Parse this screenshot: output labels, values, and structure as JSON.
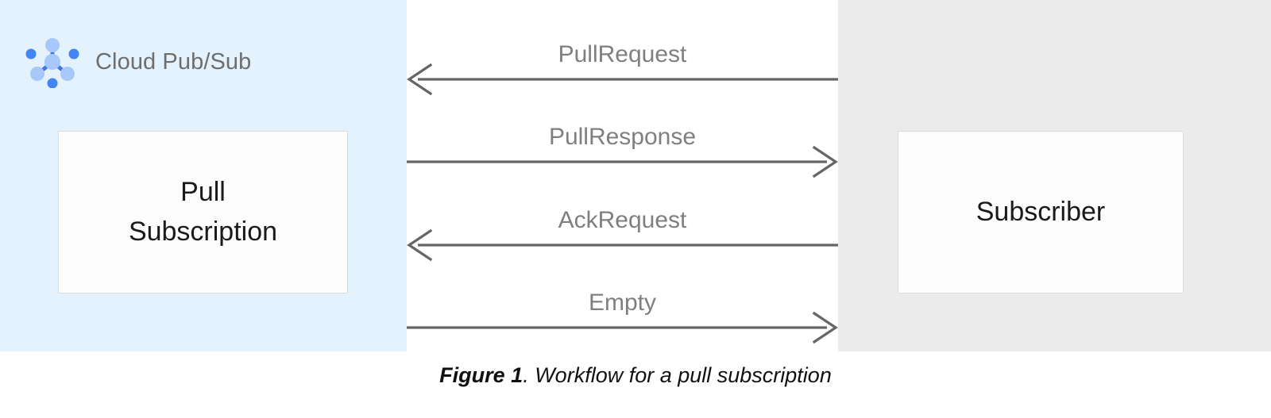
{
  "figure": {
    "left_panel": {
      "brand_label": "Cloud Pub/Sub",
      "brand_icon": "pubsub-hub-icon",
      "node_label": "Pull\nSubscription",
      "background_color": "#e3f2fd"
    },
    "right_panel": {
      "node_label": "Subscriber",
      "background_color": "#ebebeb"
    },
    "middle_panel": {
      "background_color": "#ffffff"
    },
    "messages": [
      {
        "label": "PullRequest",
        "direction": "left",
        "from": "Subscriber",
        "to": "Pull Subscription"
      },
      {
        "label": "PullResponse",
        "direction": "right",
        "from": "Pull Subscription",
        "to": "Subscriber"
      },
      {
        "label": "AckRequest",
        "direction": "left",
        "from": "Subscriber",
        "to": "Pull Subscription"
      },
      {
        "label": "Empty",
        "direction": "right",
        "from": "Pull Subscription",
        "to": "Subscriber"
      }
    ],
    "caption": {
      "prefix": "Figure 1",
      "separator": ". ",
      "text": "Workflow for a pull subscription"
    },
    "colors": {
      "arrow": "#666666",
      "label_text": "#7f7f7f",
      "brand_text": "#6e6e6e",
      "node_text": "#1a1a1a",
      "node_border": "#dcdcdc",
      "icon_blue_dark": "#4285f4",
      "icon_blue_light": "#a8c7fa"
    }
  }
}
